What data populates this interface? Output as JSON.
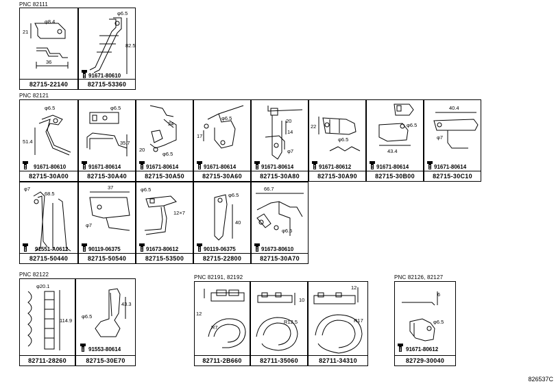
{
  "groups": [
    {
      "pnc": "PNC 82111"
    },
    {
      "pnc": "PNC 82121"
    },
    {
      "pnc": "PNC 82122"
    },
    {
      "pnc": "PNC 82191, 82192"
    },
    {
      "pnc": "PNC 82126, 82127"
    }
  ],
  "cells": [
    {
      "part": "82715-22140",
      "dims": [
        "21",
        "φ8.4",
        "36"
      ]
    },
    {
      "part": "82715-53360",
      "bolt": "91671-80610",
      "dims": [
        "φ6.5",
        "82.5"
      ]
    },
    {
      "part": "82715-30A00",
      "bolt": "91671-80610",
      "dims": [
        "φ6.5",
        "51.4"
      ]
    },
    {
      "part": "82715-30A40",
      "bolt": "91671-80614",
      "dims": [
        "φ6.5",
        "35.7"
      ]
    },
    {
      "part": "82715-30A50",
      "bolt": "91671-80614",
      "dims": [
        "24",
        "20",
        "φ6.5"
      ]
    },
    {
      "part": "82715-30A60",
      "bolt": "91671-80614",
      "dims": [
        "φ6.5",
        "17"
      ]
    },
    {
      "part": "82715-30A80",
      "bolt": "91671-80614",
      "dims": [
        "20",
        "14",
        "φ7"
      ]
    },
    {
      "part": "82715-30A90",
      "bolt": "91671-80612",
      "dims": [
        "22",
        "φ6.5"
      ]
    },
    {
      "part": "82715-30B00",
      "bolt": "91671-80614",
      "dims": [
        "φ6.5",
        "43.4"
      ]
    },
    {
      "part": "82715-30C10",
      "bolt": "91671-80614",
      "dims": [
        "40.4",
        "φ7"
      ]
    },
    {
      "part": "82715-50440",
      "bolt": "91551-A0612",
      "dims": [
        "φ7",
        "68.5"
      ]
    },
    {
      "part": "82715-50540",
      "bolt": "90119-06375",
      "dims": [
        "37",
        "φ7"
      ]
    },
    {
      "part": "82715-53500",
      "bolt": "91673-80612",
      "dims": [
        "φ6.5",
        "12×7"
      ]
    },
    {
      "part": "82715-22800",
      "bolt": "90119-06375",
      "dims": [
        "φ6.5",
        "40"
      ]
    },
    {
      "part": "82715-30A70",
      "bolt": "91673-80610",
      "dims": [
        "66.7",
        "φ6.5"
      ]
    },
    {
      "part": "82711-28260",
      "dims": [
        "φ20.1",
        "114.9"
      ]
    },
    {
      "part": "82715-30E70",
      "bolt": "91553-80614",
      "dims": [
        "43.3",
        "φ6.5"
      ]
    },
    {
      "part": "82711-2B660",
      "dims": [
        "12",
        "R7"
      ]
    },
    {
      "part": "82711-35060",
      "dims": [
        "10",
        "R12.5"
      ]
    },
    {
      "part": "82711-34310",
      "dims": [
        "12",
        "R17"
      ]
    },
    {
      "part": "82729-30040",
      "bolt": "91671-80612",
      "dims": [
        "6",
        "φ6.5"
      ]
    }
  ],
  "reference": "826537C"
}
